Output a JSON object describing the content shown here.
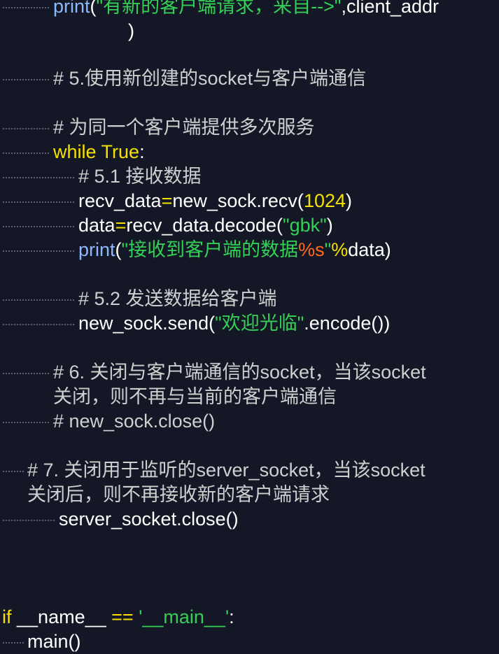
{
  "code": {
    "l1": {
      "fn": "print",
      "open": "(",
      "str": "\"有新的客户端请求，来自-->\"",
      "rest": ",client_addr"
    },
    "l2": {
      "text": ")"
    },
    "l3": {
      "text": "# 5.使用新创建的socket与客户端通信"
    },
    "l4": {
      "text": "# 为同一个客户端提供多次服务"
    },
    "l5": {
      "kw": "while",
      "kw2": "True",
      "colon": ":"
    },
    "l6": {
      "text": "# 5.1 接收数据"
    },
    "l7": {
      "a": "recv_data",
      "eq": "=",
      "b": "new_sock.recv(",
      "num": "1024",
      "c": ")"
    },
    "l8": {
      "a": "data",
      "eq": "=",
      "b": "recv_data.decode(",
      "str": "\"gbk\"",
      "c": ")"
    },
    "l9": {
      "fn": "print",
      "open": "(",
      "str": "\"接收到客户端的数据",
      "fmt": "%s",
      "strend": "\"",
      "op": "%",
      "rest": "data)"
    },
    "l10": {
      "text": "# 5.2 发送数据给客户端"
    },
    "l11": {
      "a": "new_sock.send(",
      "str": "\"欢迎光临\"",
      "b": ".encode())"
    },
    "l12": {
      "text": "# 6. 关闭与客户端通信的socket，当该socket"
    },
    "l13": {
      "text": "关闭，则不再与当前的客户端通信"
    },
    "l14": {
      "text": "# new_sock.close()"
    },
    "l15": {
      "text": "# 7. 关闭用于监听的server_socket，当该socket"
    },
    "l16": {
      "text": "关闭后，则不再接收新的客户端请求"
    },
    "l17": {
      "text": "server_socket.close()"
    },
    "l18": {
      "kw": "if",
      "a": "__name__",
      "op": "==",
      "str": "'__main__'",
      "colon": ":"
    },
    "l19": {
      "text": "main()"
    }
  },
  "colors": {
    "background": "#141826",
    "keyword": "#f5e000",
    "string": "#34d056",
    "builtin": "#8db8ff",
    "format": "#ff6a1a",
    "comment": "#cfcfcf"
  }
}
